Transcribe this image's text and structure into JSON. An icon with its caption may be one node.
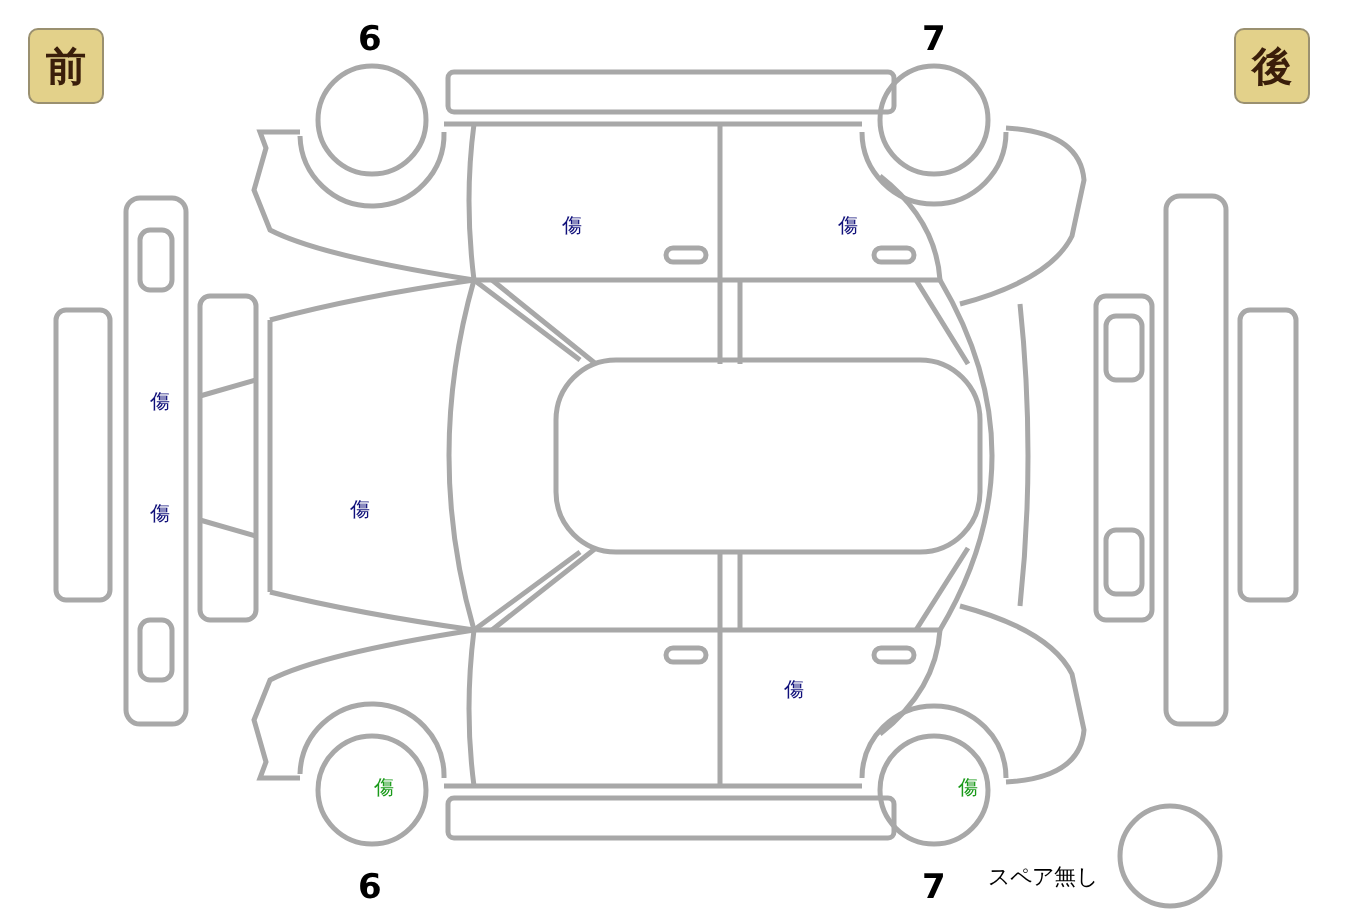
{
  "diagram": {
    "labels": [
      "前",
      "6",
      "7",
      "後",
      "傷",
      "傷",
      "傷",
      "傷",
      "傷",
      "傷",
      "傷",
      "傷",
      "6",
      "7",
      "スペア無し"
    ]
  }
}
